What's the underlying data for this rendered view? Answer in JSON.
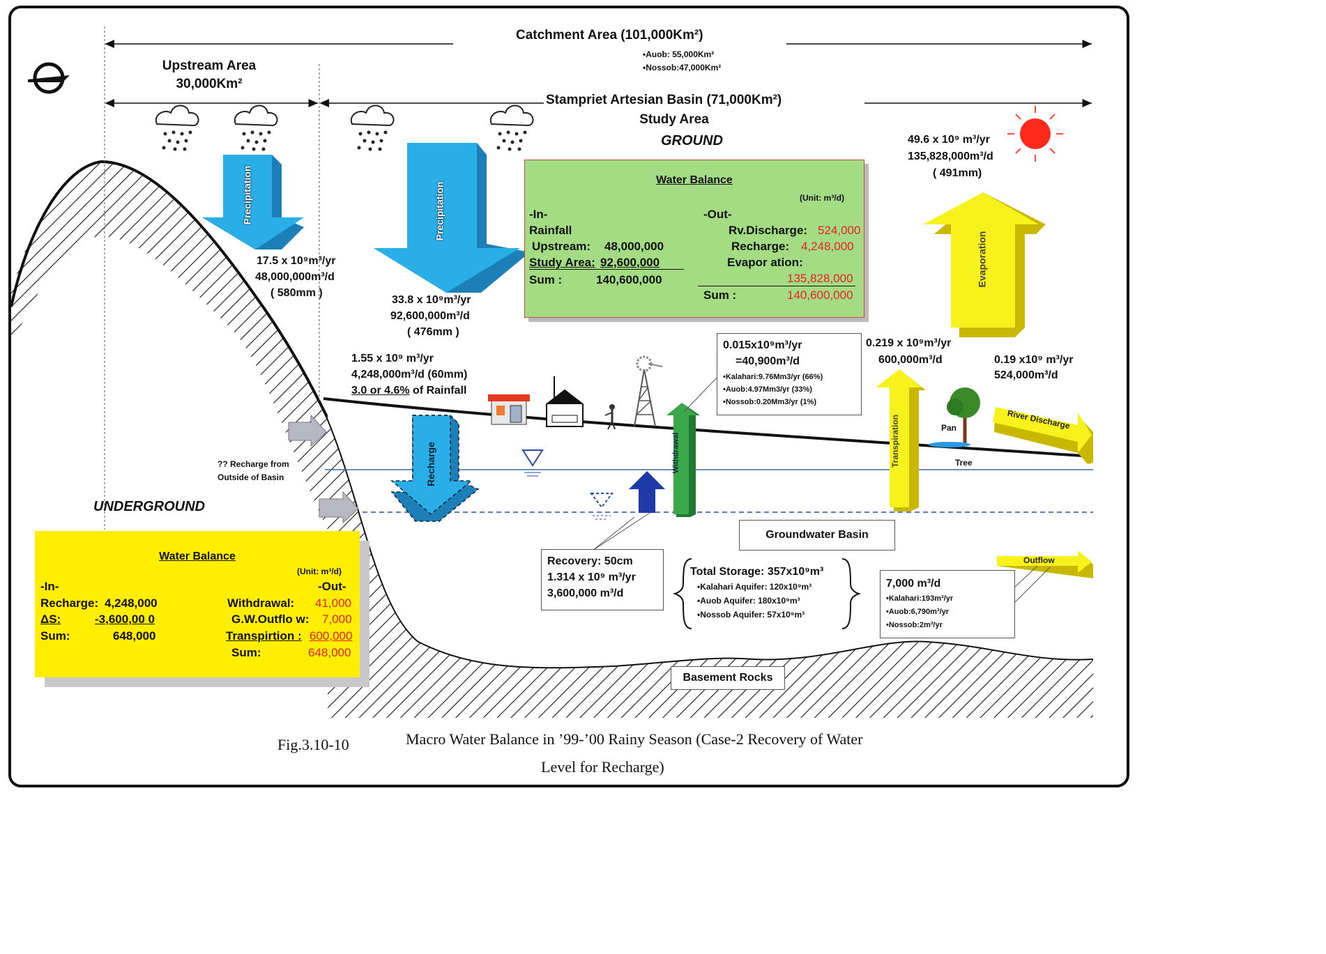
{
  "catchment": {
    "title": "Catchment Area (101,000Km²)",
    "auob": "•Auob:  55,000Km²",
    "nossob": "•Nossob:47,000Km²"
  },
  "upstream": {
    "title": "Upstream Area",
    "area": "30,000Km²"
  },
  "basin": {
    "title": "Stampriet Artesian Basin (71,000Km²)",
    "study": "Study Area",
    "ground": "GROUND"
  },
  "underground_label": "UNDERGROUND",
  "precip1": {
    "label": "Precipitation",
    "v1": "17.5 x 10⁹m³/yr",
    "v2": "48,000,000m³/d",
    "v3": "( 580mm )"
  },
  "precip2": {
    "label": "Precipitation",
    "v1": "33.8 x 10⁹m³/yr",
    "v2": "92,600,000m³/d",
    "v3": "( 476mm )"
  },
  "evaporation": {
    "label": "Evaporation",
    "v1": "49.6 x 10⁹ m³/yr",
    "v2": "135,828,000m³/d",
    "v3": "( 491mm)"
  },
  "recharge_arrow": {
    "label": "Recharge",
    "v1": "1.55 x 10⁹ m³/yr",
    "v2": "4,248,000m³/d (60mm)",
    "v3a": "3.0 or 4.6%",
    "v3b": " of Rainfall"
  },
  "withdrawal": {
    "label": "Withdrawal",
    "v1": "0.015x10⁹m³/yr",
    "v2": "=40,900m³/d",
    "k": "•Kalahari:9.76Mm3/yr (66%)",
    "a": "•Auob:4.97Mm3/yr (33%)",
    "n": "•Nossob:0.20Mm3/yr (1%)"
  },
  "transpiration": {
    "label": "Transpiration",
    "v1": "0.219 x 10⁹m³/yr",
    "v2": "600,000m³/d"
  },
  "river": {
    "label": "River Discharge",
    "v1": "0.19 x10⁹ m³/yr",
    "v2": "524,000m³/d"
  },
  "pan_label": "Pan",
  "tree_label": "Tree",
  "outside_recharge": {
    "l1": "?? Recharge from",
    "l2": "Outside of Basin"
  },
  "recovery": {
    "l1": "Recovery: 50cm",
    "l2": "1.314 x 10⁹ m³/yr",
    "l3": "3,600,000 m³/d"
  },
  "gw_basin": "Groundwater Basin",
  "storage": {
    "title": "Total Storage: 357x10⁹m³",
    "k": "•Kalahari Aquifer:  120x10⁹m³",
    "a": "•Auob Aquifer:     180x10⁹m³",
    "n": "•Nossob Aquifer:    57x10⁹m³"
  },
  "outflow": {
    "label": "Outflow",
    "v1": "7,000 m³/d",
    "k": "•Kalahari:193m³/yr",
    "a": "•Auob:6,790m³/yr",
    "n": "•Nossob:2m³/yr"
  },
  "basement": "Basement Rocks",
  "wb_top": {
    "title": "Water Balance",
    "unit": "(Unit: m³/d)",
    "in_head": "-In-",
    "rain": "Rainfall",
    "up_label": "Upstream:",
    "up_val": "48,000,000",
    "study_label": "Study Area:",
    "study_val": "92,600,000",
    "sum_label": "Sum :",
    "sum_val": "140,600,000",
    "out_head": "-Out-",
    "rv_label": "Rv.Discharge:",
    "rv_val": "524,000",
    "rc_label": "Recharge:",
    "rc_val": "4,248,000",
    "ev_label": "Evapor ation:",
    "ev_val": "135,828,000",
    "osum_label": "Sum :",
    "osum_val": "140,600,000"
  },
  "wb_bot": {
    "title": "Water Balance",
    "unit": "(Unit: m³/d)",
    "in_head": "-In-",
    "out_head": "-Out-",
    "rc_label": "Recharge:",
    "rc_val": "4,248,000",
    "ds_label": "ΔS:",
    "ds_val": "-3,600,00 0",
    "sum_label": "Sum:",
    "sum_val": "648,000",
    "wd_label": "Withdrawal:",
    "wd_val": "41,000",
    "go_label": "G.W.Outflo w:",
    "go_val": "7,000",
    "tr_label": "Transpirtion :",
    "tr_val": "600,000",
    "osum_label": "Sum:",
    "osum_val": "648,000"
  },
  "caption": {
    "fig": "Fig.3.10-10",
    "line1": "Macro Water Balance in ’99-’00 Rainy Season (Case-2 Recovery of Water",
    "line2": "Level for Recharge)"
  },
  "colors": {
    "precip_blue": "#29aee8",
    "evap_yellow": "#f7f21c",
    "recharge_green": "#a4dc84",
    "balance_yellow": "#ffee00",
    "withdrawal_green": "#3aa84a",
    "red_values": "#e8202a"
  }
}
